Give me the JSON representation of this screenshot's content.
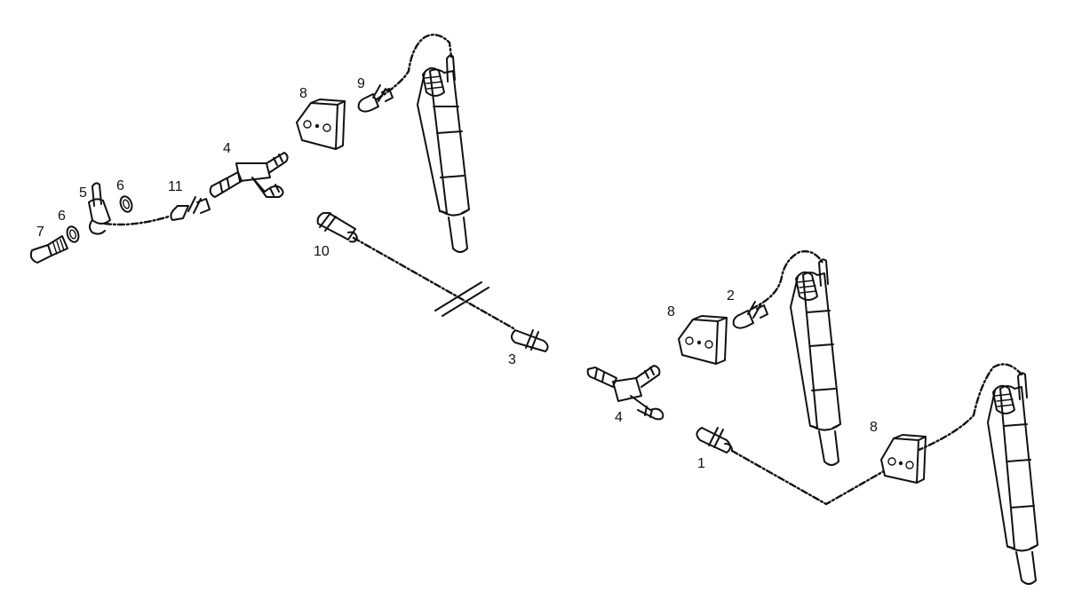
{
  "diagram": {
    "labels": [
      {
        "key": "label-1",
        "text": "1"
      },
      {
        "key": "label-2",
        "text": "2"
      },
      {
        "key": "label-3",
        "text": "3"
      },
      {
        "key": "label-4a",
        "text": "4"
      },
      {
        "key": "label-4b",
        "text": "4"
      },
      {
        "key": "label-5",
        "text": "5"
      },
      {
        "key": "label-6a",
        "text": "6"
      },
      {
        "key": "label-6b",
        "text": "6"
      },
      {
        "key": "label-7",
        "text": "7"
      },
      {
        "key": "label-8a",
        "text": "8"
      },
      {
        "key": "label-8b",
        "text": "8"
      },
      {
        "key": "label-8c",
        "text": "8"
      },
      {
        "key": "label-9",
        "text": "9"
      },
      {
        "key": "label-10",
        "text": "10"
      },
      {
        "key": "label-11",
        "text": "11"
      }
    ],
    "colors": {
      "ink": "#111111",
      "background": "#ffffff"
    }
  }
}
